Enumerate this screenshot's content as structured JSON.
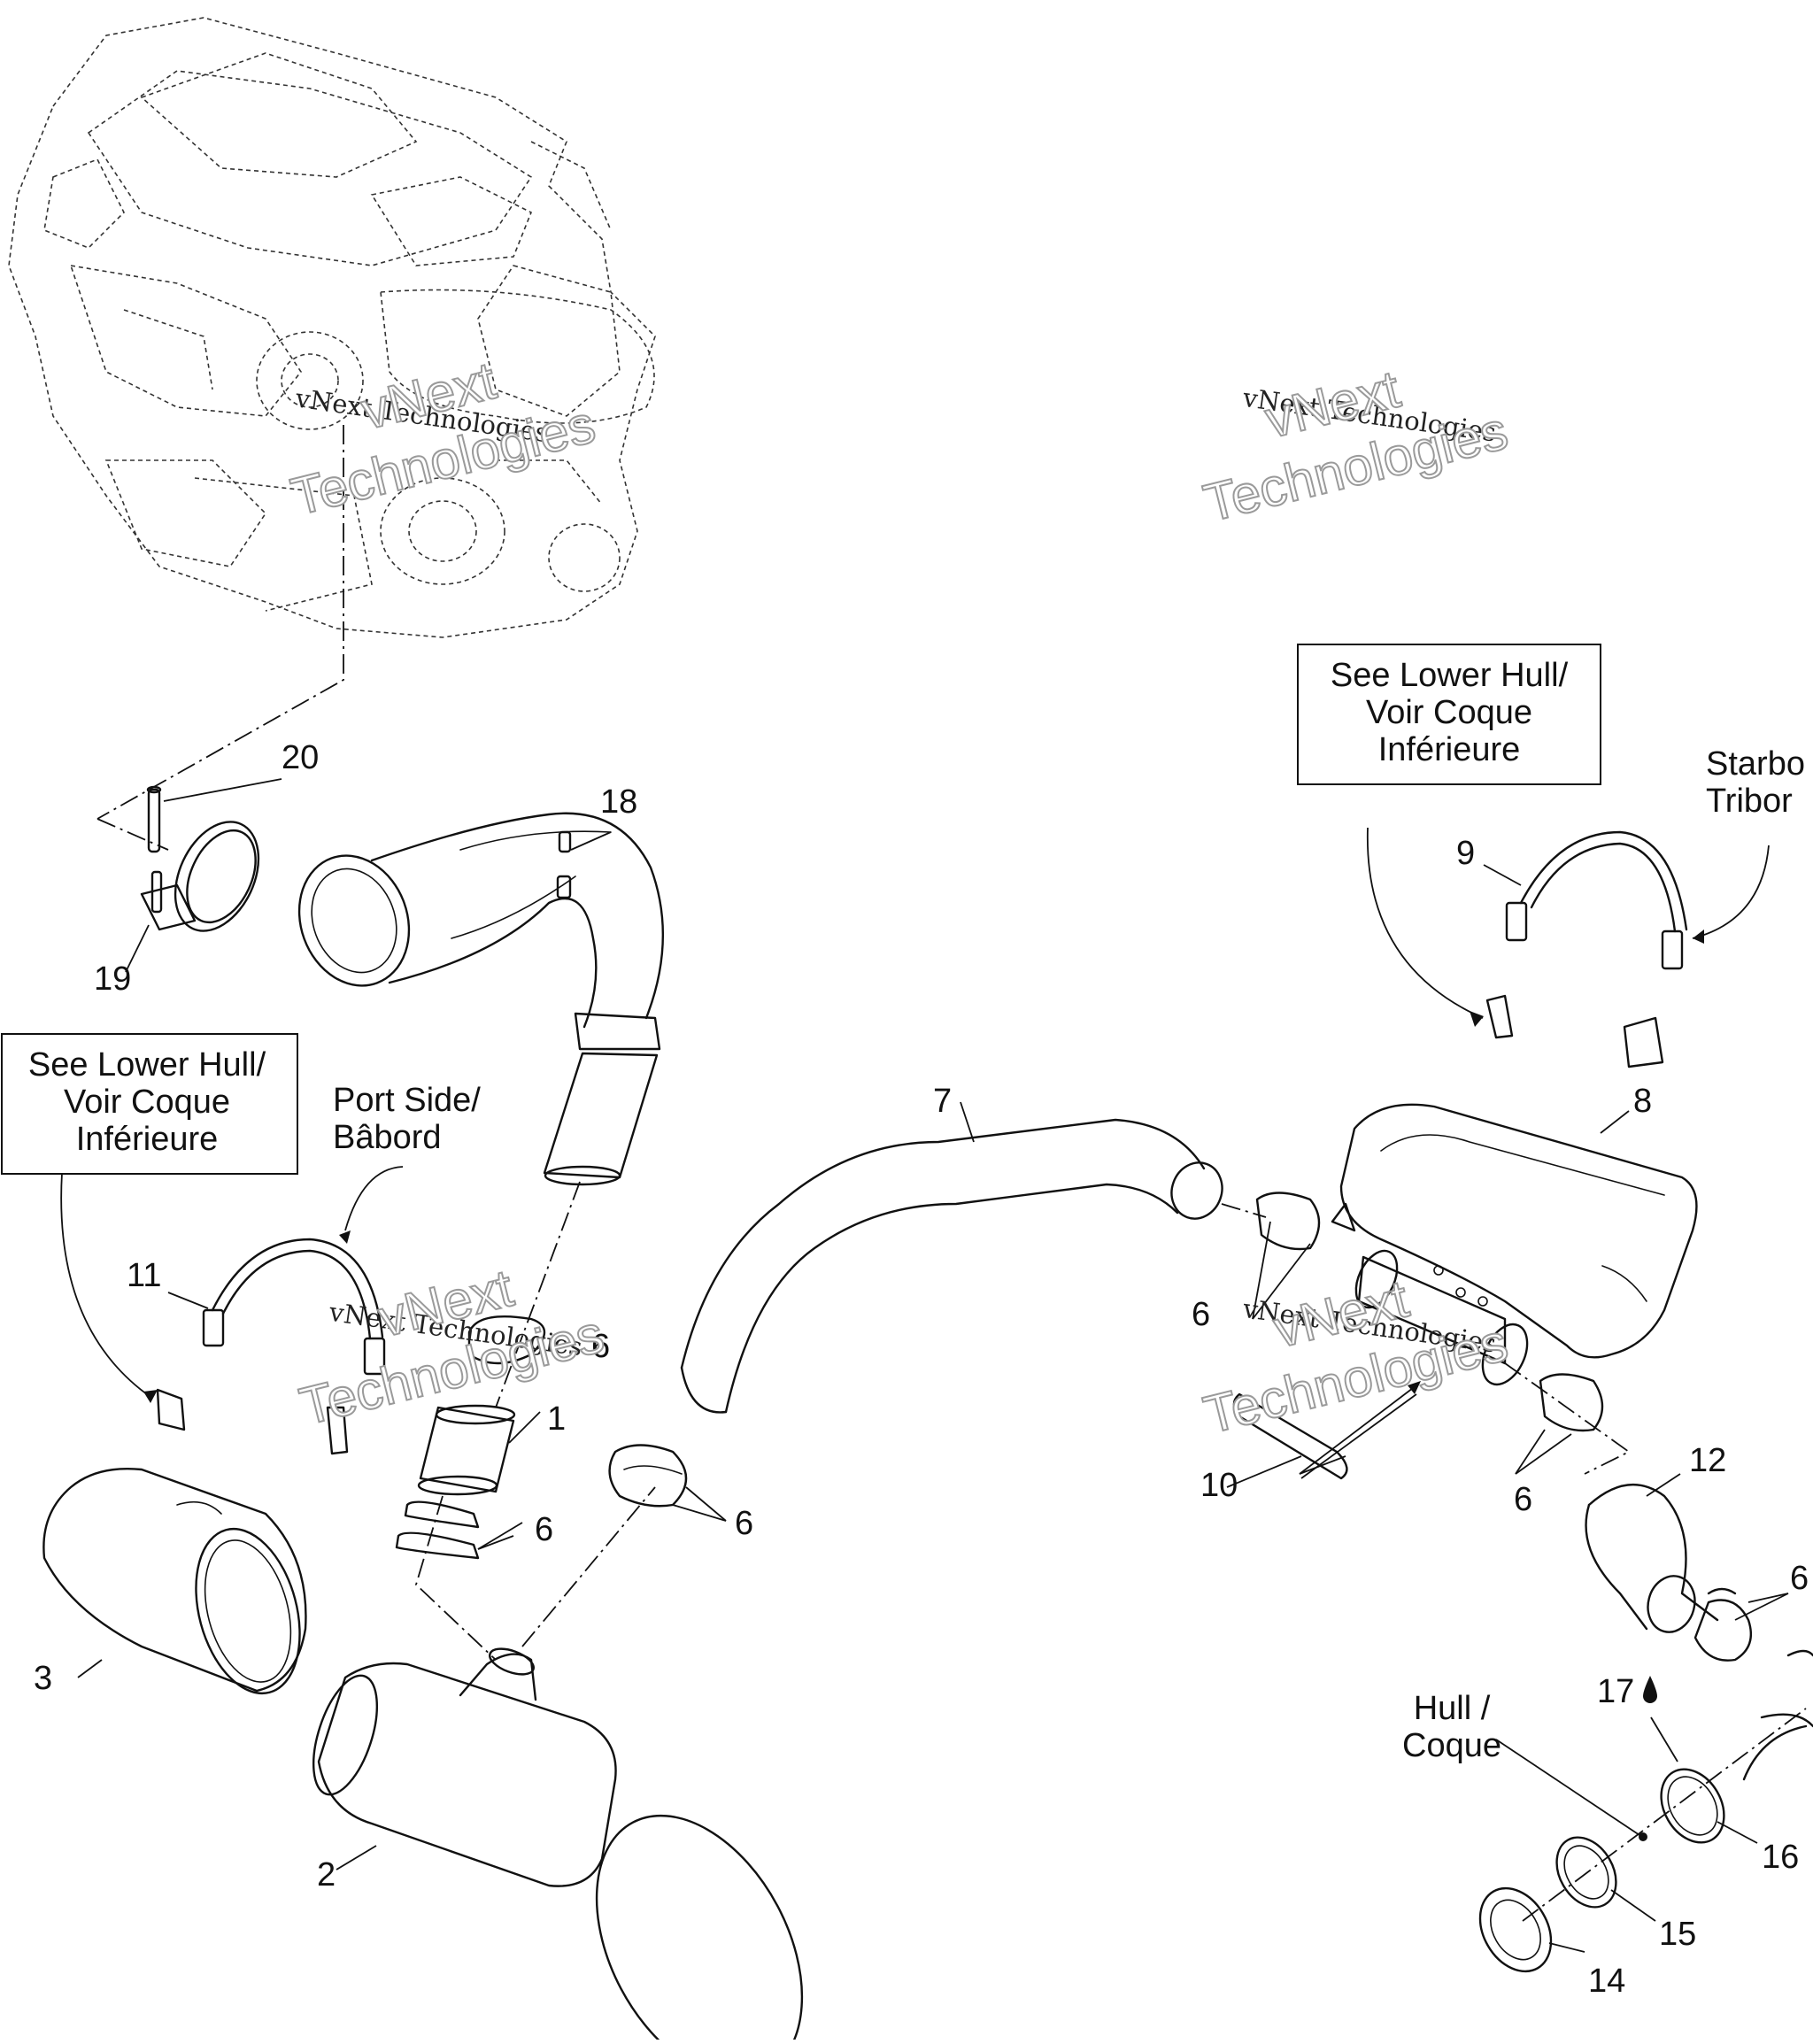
{
  "watermark": {
    "line1": "vNext Technologies",
    "big1": "vNext",
    "big2": "Technologies"
  },
  "callouts": {
    "c1": "1",
    "c2": "2",
    "c3": "3",
    "c6a": "6",
    "c6b": "6",
    "c6c": "6",
    "c6d": "6",
    "c6e": "6",
    "c6f": "6",
    "c7": "7",
    "c8": "8",
    "c9": "9",
    "c10": "10",
    "c11": "11",
    "c12": "12",
    "c14": "14",
    "c15": "15",
    "c16": "16",
    "c17": "17",
    "c18": "18",
    "c19": "19",
    "c20": "20"
  },
  "notes": {
    "lower_hull_left": [
      "See Lower Hull/",
      "Voir Coque",
      "Inférieure"
    ],
    "lower_hull_right": [
      "See Lower Hull/",
      "Voir Coque",
      "Inférieure"
    ],
    "port_side": [
      "Port Side/",
      "Bâbord"
    ],
    "starboard": [
      "Starbo",
      "Tribor"
    ],
    "hull": [
      "Hull /",
      "Coque"
    ]
  }
}
